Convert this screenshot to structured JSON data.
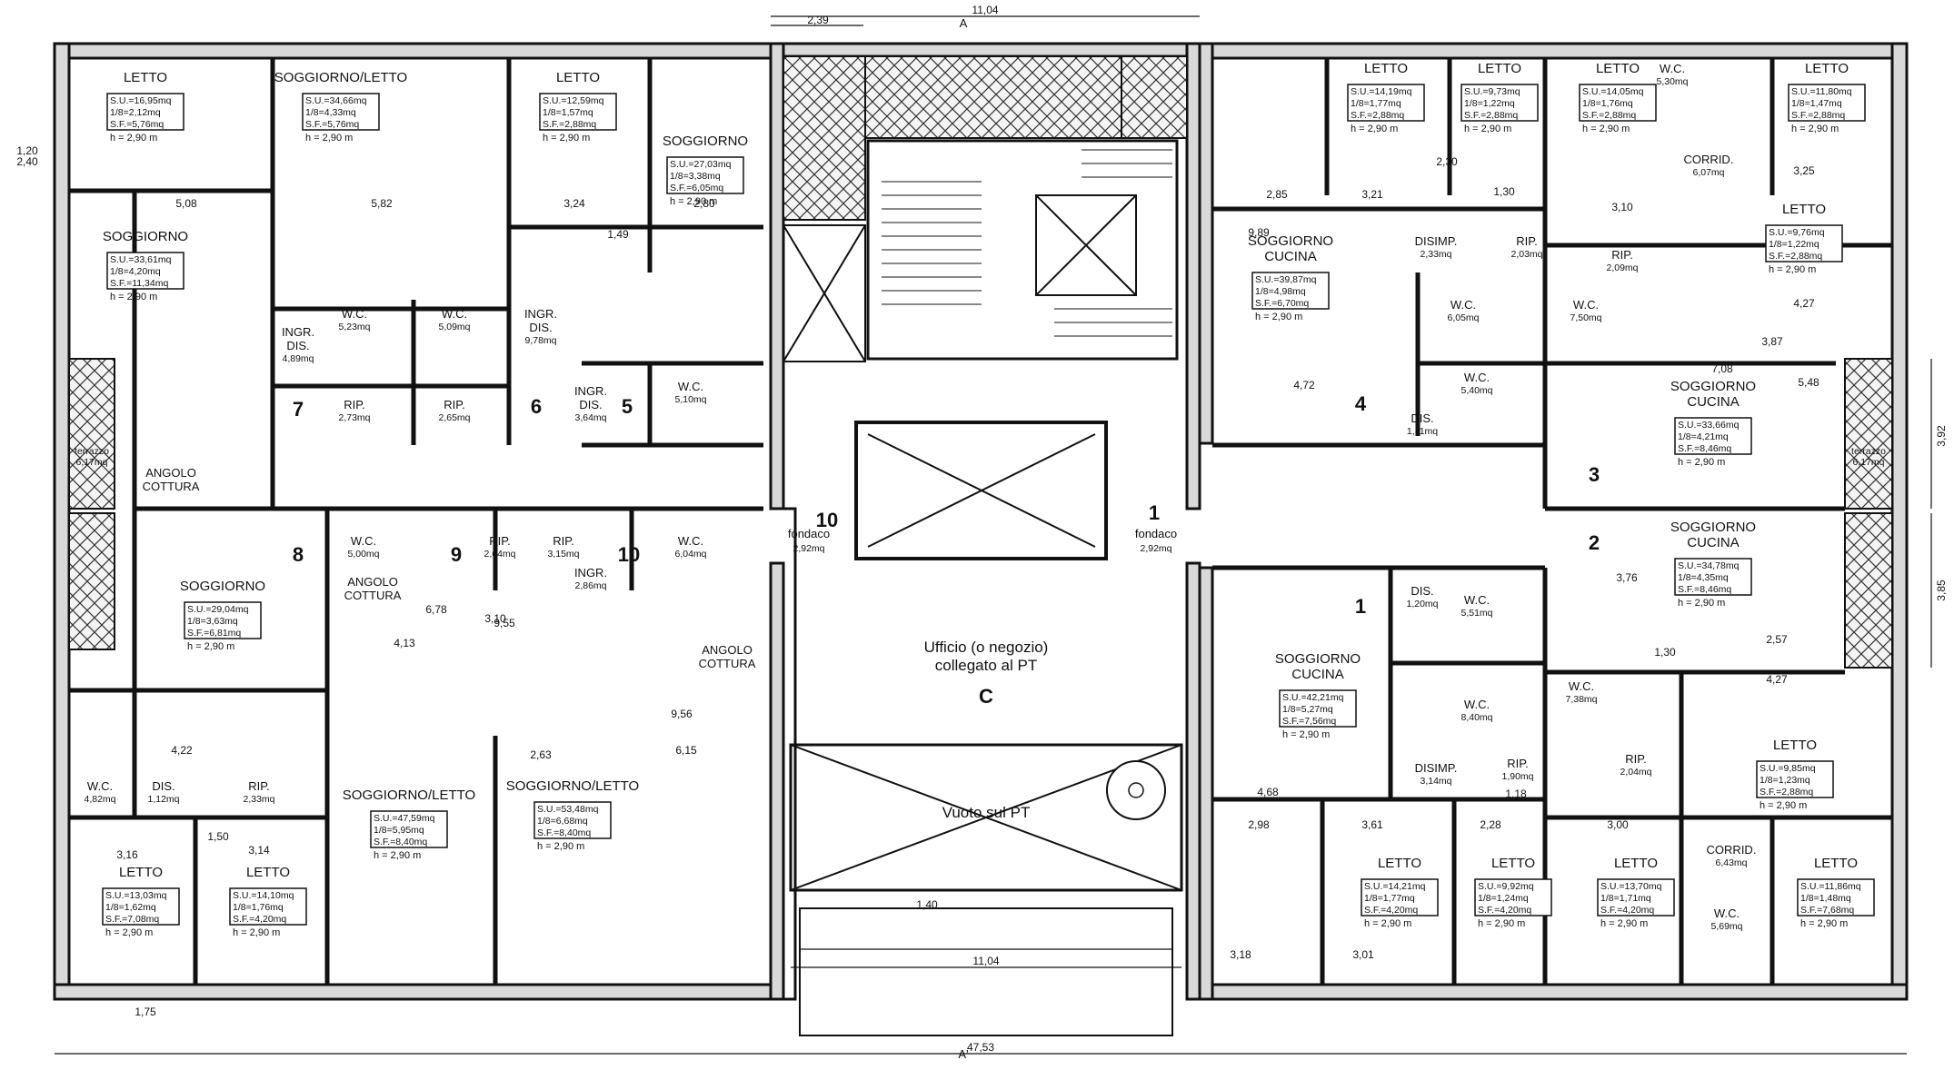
{
  "labels": {
    "overall_width": "47,53",
    "core_width_top": "11,04",
    "core_width_bottom": "11,04",
    "section_a_top": "A",
    "section_a_bottom": "A'",
    "office_title": "Ufficio (o negozio)",
    "office_sub": "collegato al PT",
    "office_code": "C",
    "void": "Vuoto sul PT",
    "fondaco": "fondaco",
    "fondaco_area": "2,92mq",
    "terrazzo": "terrazzo",
    "terrazzo_area": "6,17mq",
    "dim_239": "2,39",
    "dim_392": "3,92",
    "dim_385": "3,85"
  },
  "units": [
    "1",
    "2",
    "3",
    "4",
    "5",
    "6",
    "7",
    "8",
    "9",
    "10"
  ],
  "rooms": [
    {
      "name": "LETTO",
      "su": "S.U.=16,95mq",
      "r": "1/8=2,12mq",
      "sf": "S.F.=5,76mq",
      "h": "h = 2,90 m"
    },
    {
      "name": "SOGGIORNO/LETTO",
      "su": "S.U.=34,66mq",
      "r": "1/8=4,33mq",
      "sf": "S.F.=5,76mq",
      "h": "h = 2,90 m"
    },
    {
      "name": "LETTO",
      "su": "S.U.=12,59mq",
      "r": "1/8=1,57mq",
      "sf": "S.F.=2,88mq",
      "h": "h = 2,90 m"
    },
    {
      "name": "SOGGIORNO",
      "su": "S.U.=27,03mq",
      "r": "1/8=3,38mq",
      "sf": "S.F.=6,05mq",
      "h": "h = 2,90 m"
    },
    {
      "name": "SOGGIORNO",
      "su": "S.U.=33,61mq",
      "r": "1/8=4,20mq",
      "sf": "S.F.=11,34mq",
      "h": "h = 2,90 m"
    },
    {
      "name": "LETTO",
      "su": "S.U.=14,19mq",
      "r": "1/8=1,77mq",
      "sf": "S.F.=2,88mq",
      "h": "h = 2,90 m"
    },
    {
      "name": "LETTO",
      "su": "S.U.=9,73mq",
      "r": "1/8=1,22mq",
      "sf": "S.F.=2,88mq",
      "h": "h = 2,90 m"
    },
    {
      "name": "LETTO",
      "su": "S.U.=14,05mq",
      "r": "1/8=1,76mq",
      "sf": "S.F.=2,88mq",
      "h": "h = 2,90 m"
    },
    {
      "name": "LETTO",
      "su": "S.U.=11,80mq",
      "r": "1/8=1,47mq",
      "sf": "S.F.=2,88mq",
      "h": "h = 2,90 m"
    },
    {
      "name": "LETTO",
      "su": "S.U.=9,76mq",
      "r": "1/8=1,22mq",
      "sf": "S.F.=2,88mq",
      "h": "h = 2,90 m"
    },
    {
      "name": "SOGGIORNO CUCINA",
      "su": "S.U.=39,87mq",
      "r": "1/8=4,98mq",
      "sf": "S.F.=6,70mq",
      "h": "h = 2,90 m"
    },
    {
      "name": "SOGGIORNO CUCINA",
      "su": "S.U.=33,66mq",
      "r": "1/8=4,21mq",
      "sf": "S.F.=8,46mq",
      "h": "h = 2,90 m"
    },
    {
      "name": "SOGGIORNO CUCINA",
      "su": "S.U.=34,78mq",
      "r": "1/8=4,35mq",
      "sf": "S.F.=8,46mq",
      "h": "h = 2,90 m"
    },
    {
      "name": "SOGGIORNO",
      "su": "S.U.=29,04mq",
      "r": "1/8=3,63mq",
      "sf": "S.F.=6,81mq",
      "h": "h = 2,90 m"
    },
    {
      "name": "SOGGIORNO/LETTO",
      "su": "S.U.=47,59mq",
      "r": "1/8=5,95mq",
      "sf": "S.F.=8,40mq",
      "h": "h = 2,90 m"
    },
    {
      "name": "SOGGIORNO/LETTO",
      "su": "S.U.=53,48mq",
      "r": "1/8=6,68mq",
      "sf": "S.F.=8,40mq",
      "h": "h = 2,90 m"
    },
    {
      "name": "SOGGIORNO CUCINA",
      "su": "S.U.=42,21mq",
      "r": "1/8=5,27mq",
      "sf": "S.F.=7,56mq",
      "h": "h = 2,90 m"
    },
    {
      "name": "LETTO",
      "su": "S.U.=9,85mq",
      "r": "1/8=1,23mq",
      "sf": "S.F.=2,88mq",
      "h": "h = 2,90 m"
    },
    {
      "name": "LETTO",
      "su": "S.U.=13,03mq",
      "r": "1/8=1,62mq",
      "sf": "S.F.=7,08mq",
      "h": "h = 2,90 m"
    },
    {
      "name": "LETTO",
      "su": "S.U.=14,10mq",
      "r": "1/8=1,76mq",
      "sf": "S.F.=4,20mq",
      "h": "h = 2,90 m"
    },
    {
      "name": "LETTO",
      "su": "S.U.=14,21mq",
      "r": "1/8=1,77mq",
      "sf": "S.F.=4,20mq",
      "h": "h = 2,90 m"
    },
    {
      "name": "LETTO",
      "su": "S.U.=9,92mq",
      "r": "1/8=1,24mq",
      "sf": "S.F.=4,20mq",
      "h": "h = 2,90 m"
    },
    {
      "name": "LETTO",
      "su": "S.U.=13,70mq",
      "r": "1/8=1,71mq",
      "sf": "S.F.=4,20mq",
      "h": "h = 2,90 m"
    },
    {
      "name": "LETTO",
      "su": "S.U.=11,86mq",
      "r": "1/8=1,48mq",
      "sf": "S.F.=7,68mq",
      "h": "h = 2,90 m"
    }
  ],
  "small_rooms": [
    {
      "name": "W.C.",
      "area": "5,23mq"
    },
    {
      "name": "W.C.",
      "area": "5,09mq"
    },
    {
      "name": "INGR. DIS.",
      "area": "4,89mq"
    },
    {
      "name": "INGR. DIS.",
      "area": "9,78mq"
    },
    {
      "name": "RIP.",
      "area": "2,73mq"
    },
    {
      "name": "RIP.",
      "area": "2,65mq"
    },
    {
      "name": "INGR. DIS.",
      "area": "3,64mq"
    },
    {
      "name": "W.C.",
      "area": "5,10mq"
    },
    {
      "name": "ANGOLO COTTURA",
      "area": ""
    },
    {
      "name": "ANGOLO COTTURA",
      "area": ""
    },
    {
      "name": "ANGOLO COTTURA",
      "area": ""
    },
    {
      "name": "W.C.",
      "area": "5,00mq"
    },
    {
      "name": "RIP.",
      "area": "2,64mq"
    },
    {
      "name": "RIP.",
      "area": "3,15mq"
    },
    {
      "name": "W.C.",
      "area": "6,04mq"
    },
    {
      "name": "INGR.",
      "area": "2,86mq"
    },
    {
      "name": "W.C.",
      "area": "4,82mq"
    },
    {
      "name": "DIS.",
      "area": "1,12mq"
    },
    {
      "name": "RIP.",
      "area": "2,33mq"
    },
    {
      "name": "DISIMP.",
      "area": "2,33mq"
    },
    {
      "name": "W.C.",
      "area": "6,05mq"
    },
    {
      "name": "RIP.",
      "area": "2,03mq"
    },
    {
      "name": "W.C.",
      "area": "5,40mq"
    },
    {
      "name": "DIS.",
      "area": "1,11mq"
    },
    {
      "name": "W.C.",
      "area": "5,30mq"
    },
    {
      "name": "CORRID.",
      "area": "6,07mq"
    },
    {
      "name": "RIP.",
      "area": "2,09mq"
    },
    {
      "name": "W.C.",
      "area": "7,50mq"
    },
    {
      "name": "DIS.",
      "area": "1,20mq"
    },
    {
      "name": "W.C.",
      "area": "5,51mq"
    },
    {
      "name": "W.C.",
      "area": "8,40mq"
    },
    {
      "name": "DISIMP.",
      "area": "3,14mq"
    },
    {
      "name": "RIP.",
      "area": "1,90mq"
    },
    {
      "name": "W.C.",
      "area": "7,38mq"
    },
    {
      "name": "RIP.",
      "area": "2,04mq"
    },
    {
      "name": "CORRID.",
      "area": "6,43mq"
    },
    {
      "name": "W.C.",
      "area": "5,69mq"
    }
  ],
  "dimensions": [
    "5,08",
    "5,82",
    "3,24",
    "2,80",
    "1,49",
    "6,78",
    "4,13",
    "2,63",
    "4,22",
    "3,16",
    "3,14",
    "1,50",
    "2,85",
    "3,21",
    "2,30",
    "1,30",
    "3,10",
    "3,25",
    "4,27",
    "3,87",
    "7,08",
    "4,72",
    "2,57",
    "1,30",
    "4,27",
    "4,68",
    "3,61",
    "2,28",
    "3,00",
    "1,18",
    "3,18",
    "3,01",
    "2,98",
    "9,89",
    "5,48",
    "3,76",
    "9,55",
    "9,56",
    "6,15",
    "3,10",
    "1,20",
    "2,40",
    "1,75",
    "1,40"
  ]
}
